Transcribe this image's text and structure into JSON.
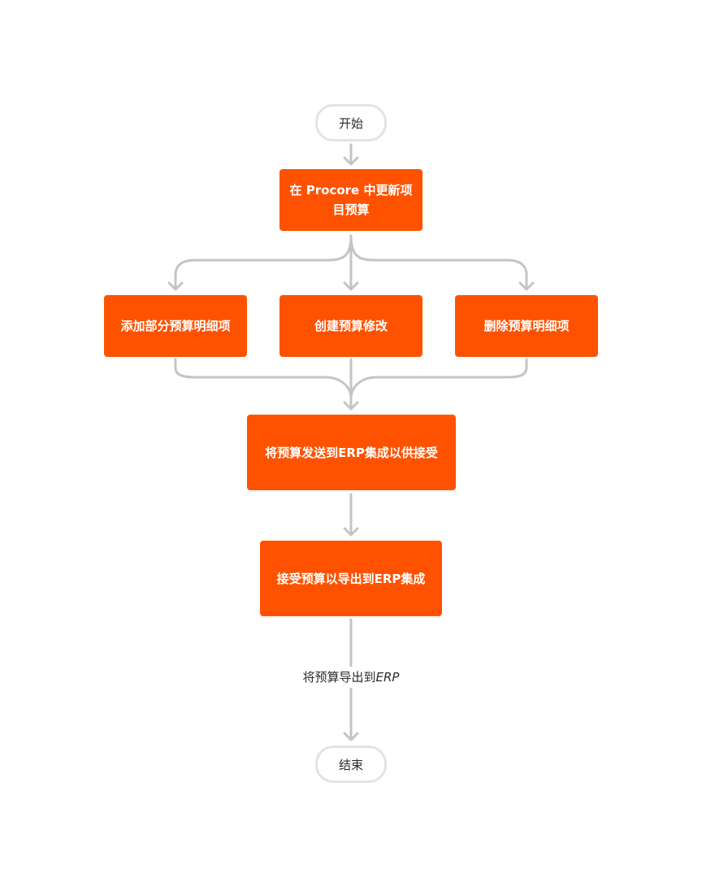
{
  "diagram": {
    "start": {
      "label": "开始"
    },
    "update_budget": {
      "label": "在 Procore 中更新项目预算"
    },
    "branches": [
      {
        "label": "添加部分预算明细项"
      },
      {
        "label": "创建预算修改"
      },
      {
        "label": "删除预算明细项"
      }
    ],
    "send_for_acceptance": {
      "label": "将预算发送到ERP集成以供接受"
    },
    "accept_and_export": {
      "label": "接受预算以导出到ERP集成"
    },
    "export_edge": {
      "prefix": "将预算导出到",
      "suffix": "ERP"
    },
    "end": {
      "label": "结束"
    },
    "colors": {
      "process_fill": "#ff5200",
      "process_text": "#ffffff",
      "terminal_border": "#e3e3e3",
      "connector": "#c4c4c4"
    }
  }
}
